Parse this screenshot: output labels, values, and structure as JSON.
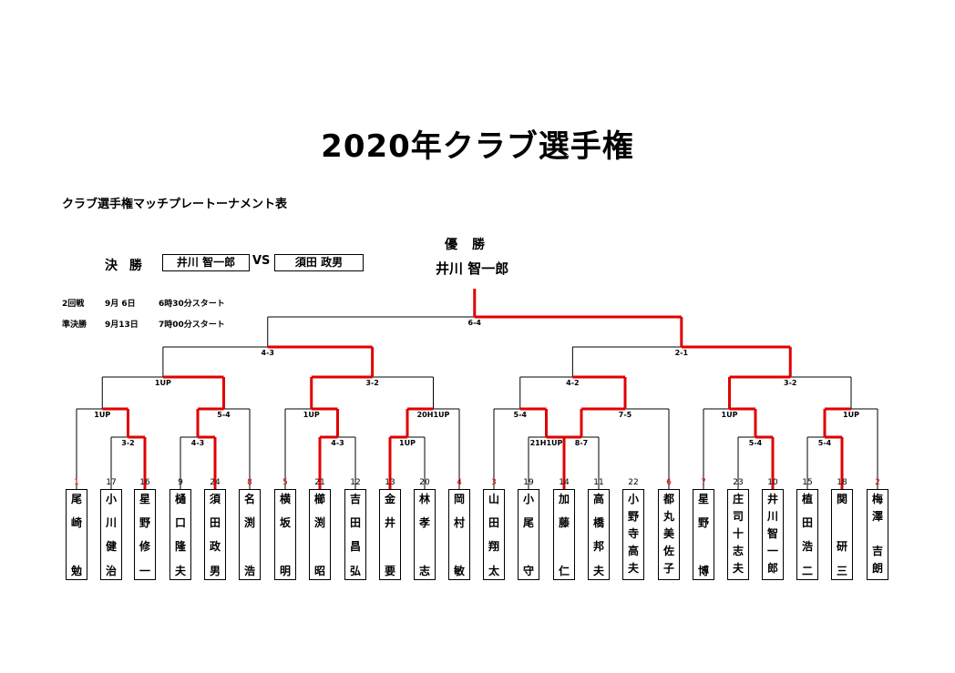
{
  "title": "2020年クラブ選手権",
  "subtitle": "クラブ選手権マッチプレートーナメント表",
  "champion": {
    "heading": "優勝",
    "name": "井川 智一郎"
  },
  "final": {
    "label": "決 勝",
    "player1": "井川 智一郎",
    "vs": "VS",
    "player2": "須田 政男"
  },
  "schedule": [
    {
      "round": "2回戦",
      "date": "9月 6日",
      "time": "6時30分スタート"
    },
    {
      "round": "準決勝",
      "date": "9月13日",
      "time": "7時00分スタート"
    }
  ],
  "colors": {
    "winner_line": "#e00000",
    "line": "#000000",
    "top_seed": "#e00000"
  },
  "players": [
    {
      "seed": "1",
      "name": [
        "尾",
        "崎",
        "",
        "勉"
      ],
      "top_seed": true
    },
    {
      "seed": "17",
      "name": [
        "小",
        "川",
        "健",
        "治"
      ],
      "top_seed": false
    },
    {
      "seed": "16",
      "name": [
        "星",
        "野",
        "修",
        "一"
      ],
      "top_seed": false
    },
    {
      "seed": "9",
      "name": [
        "樋",
        "口",
        "隆",
        "夫"
      ],
      "top_seed": false
    },
    {
      "seed": "24",
      "name": [
        "須",
        "田",
        "政",
        "男"
      ],
      "top_seed": false
    },
    {
      "seed": "8",
      "name": [
        "名",
        "渕",
        "",
        "浩"
      ],
      "top_seed": true
    },
    {
      "seed": "5",
      "name": [
        "横",
        "坂",
        "",
        "明"
      ],
      "top_seed": true
    },
    {
      "seed": "21",
      "name": [
        "櫛",
        "渕",
        "",
        "昭"
      ],
      "top_seed": false
    },
    {
      "seed": "12",
      "name": [
        "吉",
        "田",
        "昌",
        "弘"
      ],
      "top_seed": false
    },
    {
      "seed": "13",
      "name": [
        "金",
        "井",
        "",
        "要"
      ],
      "top_seed": false
    },
    {
      "seed": "20",
      "name": [
        "林",
        "孝",
        "",
        "志"
      ],
      "top_seed": false
    },
    {
      "seed": "4",
      "name": [
        "岡",
        "村",
        "",
        "敏"
      ],
      "top_seed": true
    },
    {
      "seed": "3",
      "name": [
        "山",
        "田",
        "翔",
        "太"
      ],
      "top_seed": true
    },
    {
      "seed": "19",
      "name": [
        "小",
        "尾",
        "",
        "守"
      ],
      "top_seed": false
    },
    {
      "seed": "14",
      "name": [
        "加",
        "藤",
        "",
        "仁"
      ],
      "top_seed": false
    },
    {
      "seed": "11",
      "name": [
        "高",
        "橋",
        "邦",
        "夫"
      ],
      "top_seed": false
    },
    {
      "seed": "22",
      "name": [
        "小",
        "野",
        "寺",
        "高",
        "夫"
      ],
      "top_seed": false
    },
    {
      "seed": "6",
      "name": [
        "都",
        "丸",
        "美",
        "佐",
        "子"
      ],
      "top_seed": true
    },
    {
      "seed": "7",
      "name": [
        "星",
        "野",
        "",
        "博"
      ],
      "top_seed": true
    },
    {
      "seed": "23",
      "name": [
        "庄",
        "司",
        "十",
        "志",
        "夫"
      ],
      "top_seed": false
    },
    {
      "seed": "10",
      "name": [
        "井",
        "川",
        "智",
        "一",
        "郎"
      ],
      "top_seed": false
    },
    {
      "seed": "15",
      "name": [
        "植",
        "田",
        "浩",
        "二"
      ],
      "top_seed": false
    },
    {
      "seed": "18",
      "name": [
        "関",
        "",
        "研",
        "三"
      ],
      "top_seed": false
    },
    {
      "seed": "2",
      "name": [
        "梅",
        "澤",
        "",
        "吉",
        "朗"
      ],
      "top_seed": true
    }
  ],
  "scores": {
    "r1": [
      "3-2",
      "4-3",
      "4-3",
      "1UP",
      "8-7",
      "5-4",
      "5-4"
    ],
    "r2": [
      "1UP",
      "5-4",
      "1UP",
      "20H1UP",
      "5-4",
      "7-5",
      "1UP",
      "1UP"
    ],
    "qf": [
      "1UP",
      "3-2",
      "4-2",
      "3-2"
    ],
    "sf": [
      "4-3",
      "2-1"
    ],
    "final": "6-4"
  }
}
